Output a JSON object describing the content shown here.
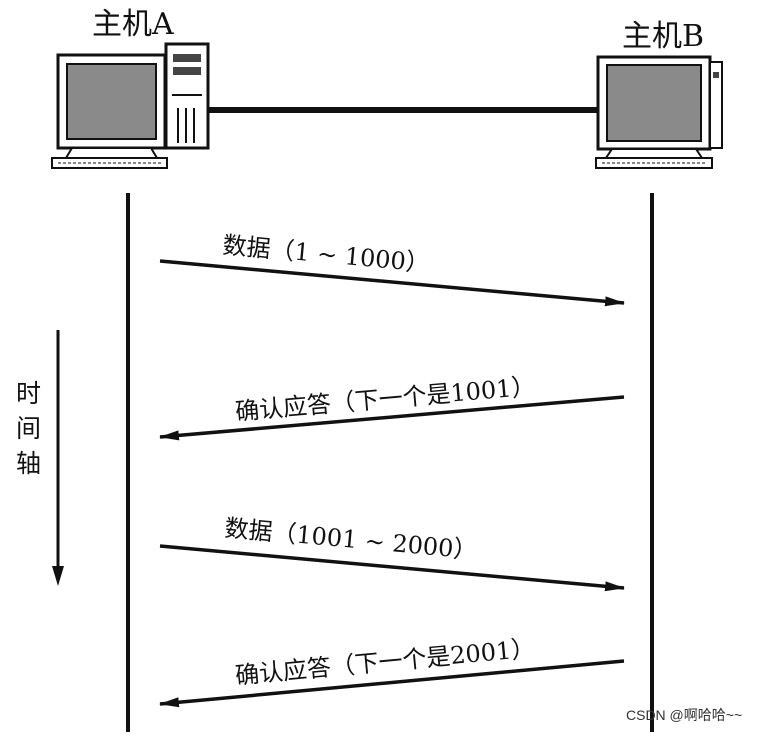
{
  "hosts": {
    "a": {
      "label": "主机A"
    },
    "b": {
      "label": "主机B"
    }
  },
  "time_axis": {
    "chars": [
      "时",
      "间",
      "轴"
    ]
  },
  "messages": [
    {
      "text": "数据（1 ~ 1000）",
      "direction": "A-to-B"
    },
    {
      "text": "确认应答（下一个是1001）",
      "direction": "B-to-A"
    },
    {
      "text": "数据（1001 ~ 2000）",
      "direction": "A-to-B"
    },
    {
      "text": "确认应答（下一个是2001）",
      "direction": "B-to-A"
    }
  ],
  "watermark": "CSDN @啊哈哈~~",
  "colors": {
    "line": "#111111",
    "screen": "#8a8a8a",
    "background": "#ffffff"
  }
}
